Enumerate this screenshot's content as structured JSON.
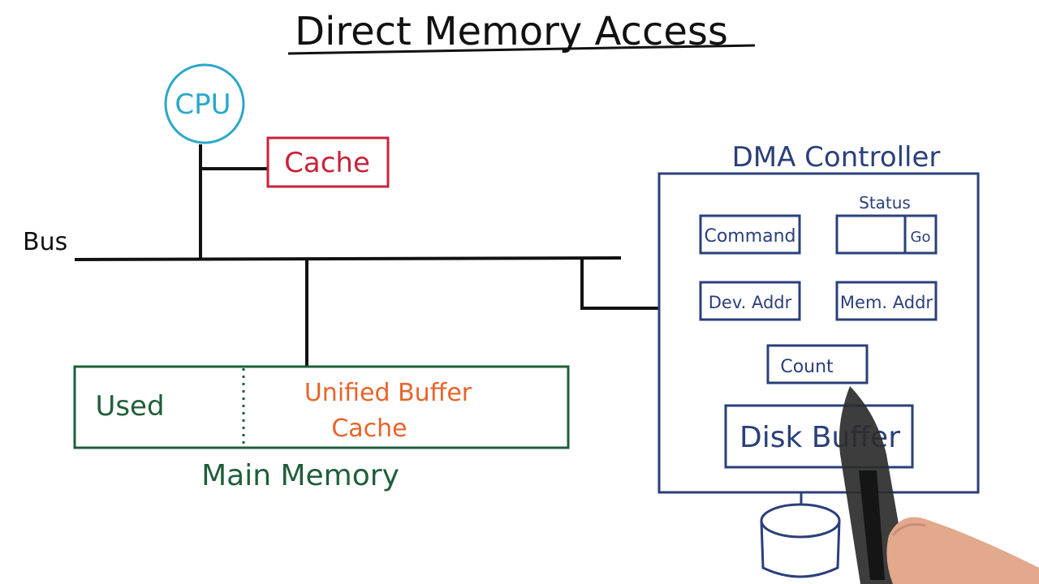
{
  "title": "Direct Memory Access",
  "colors": {
    "ink": "#111111",
    "cpu": "#2aa8c8",
    "cache": "#c8223a",
    "memory": "#1f5e3a",
    "ubc": "#e8642a",
    "dma": "#2b3f7a"
  },
  "cpu": {
    "label": "CPU"
  },
  "cache": {
    "label": "Cache"
  },
  "bus": {
    "label": "Bus"
  },
  "main_memory": {
    "label": "Main Memory",
    "used_label": "Used",
    "ubc_line1": "Unified Buffer",
    "ubc_line2": "Cache"
  },
  "dma_controller": {
    "label": "DMA Controller",
    "status_label": "Status",
    "registers": {
      "command": "Command",
      "go": "Go",
      "dev_addr": "Dev. Addr",
      "mem_addr": "Mem. Addr",
      "count": "Count"
    },
    "disk_buffer": "Disk Buffer"
  }
}
